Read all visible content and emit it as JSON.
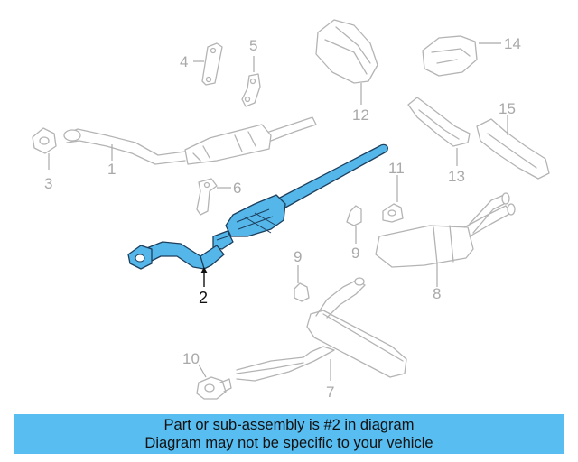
{
  "callouts": {
    "c1": "1",
    "c2": "2",
    "c3": "3",
    "c4": "4",
    "c5": "5",
    "c6": "6",
    "c7": "7",
    "c8": "8",
    "c9": "9",
    "c10": "10",
    "c11": "11",
    "c12": "12",
    "c13": "13",
    "c14": "14",
    "c15": "15"
  },
  "highlighted_part": "2",
  "colors": {
    "highlight": "#55b6ea",
    "ghost_parts": "#b4b4b4",
    "banner": "#58bdf0"
  },
  "banner": {
    "line1": "Part or sub-assembly is #2 in diagram",
    "line2": "Diagram may not be specific to your vehicle"
  }
}
